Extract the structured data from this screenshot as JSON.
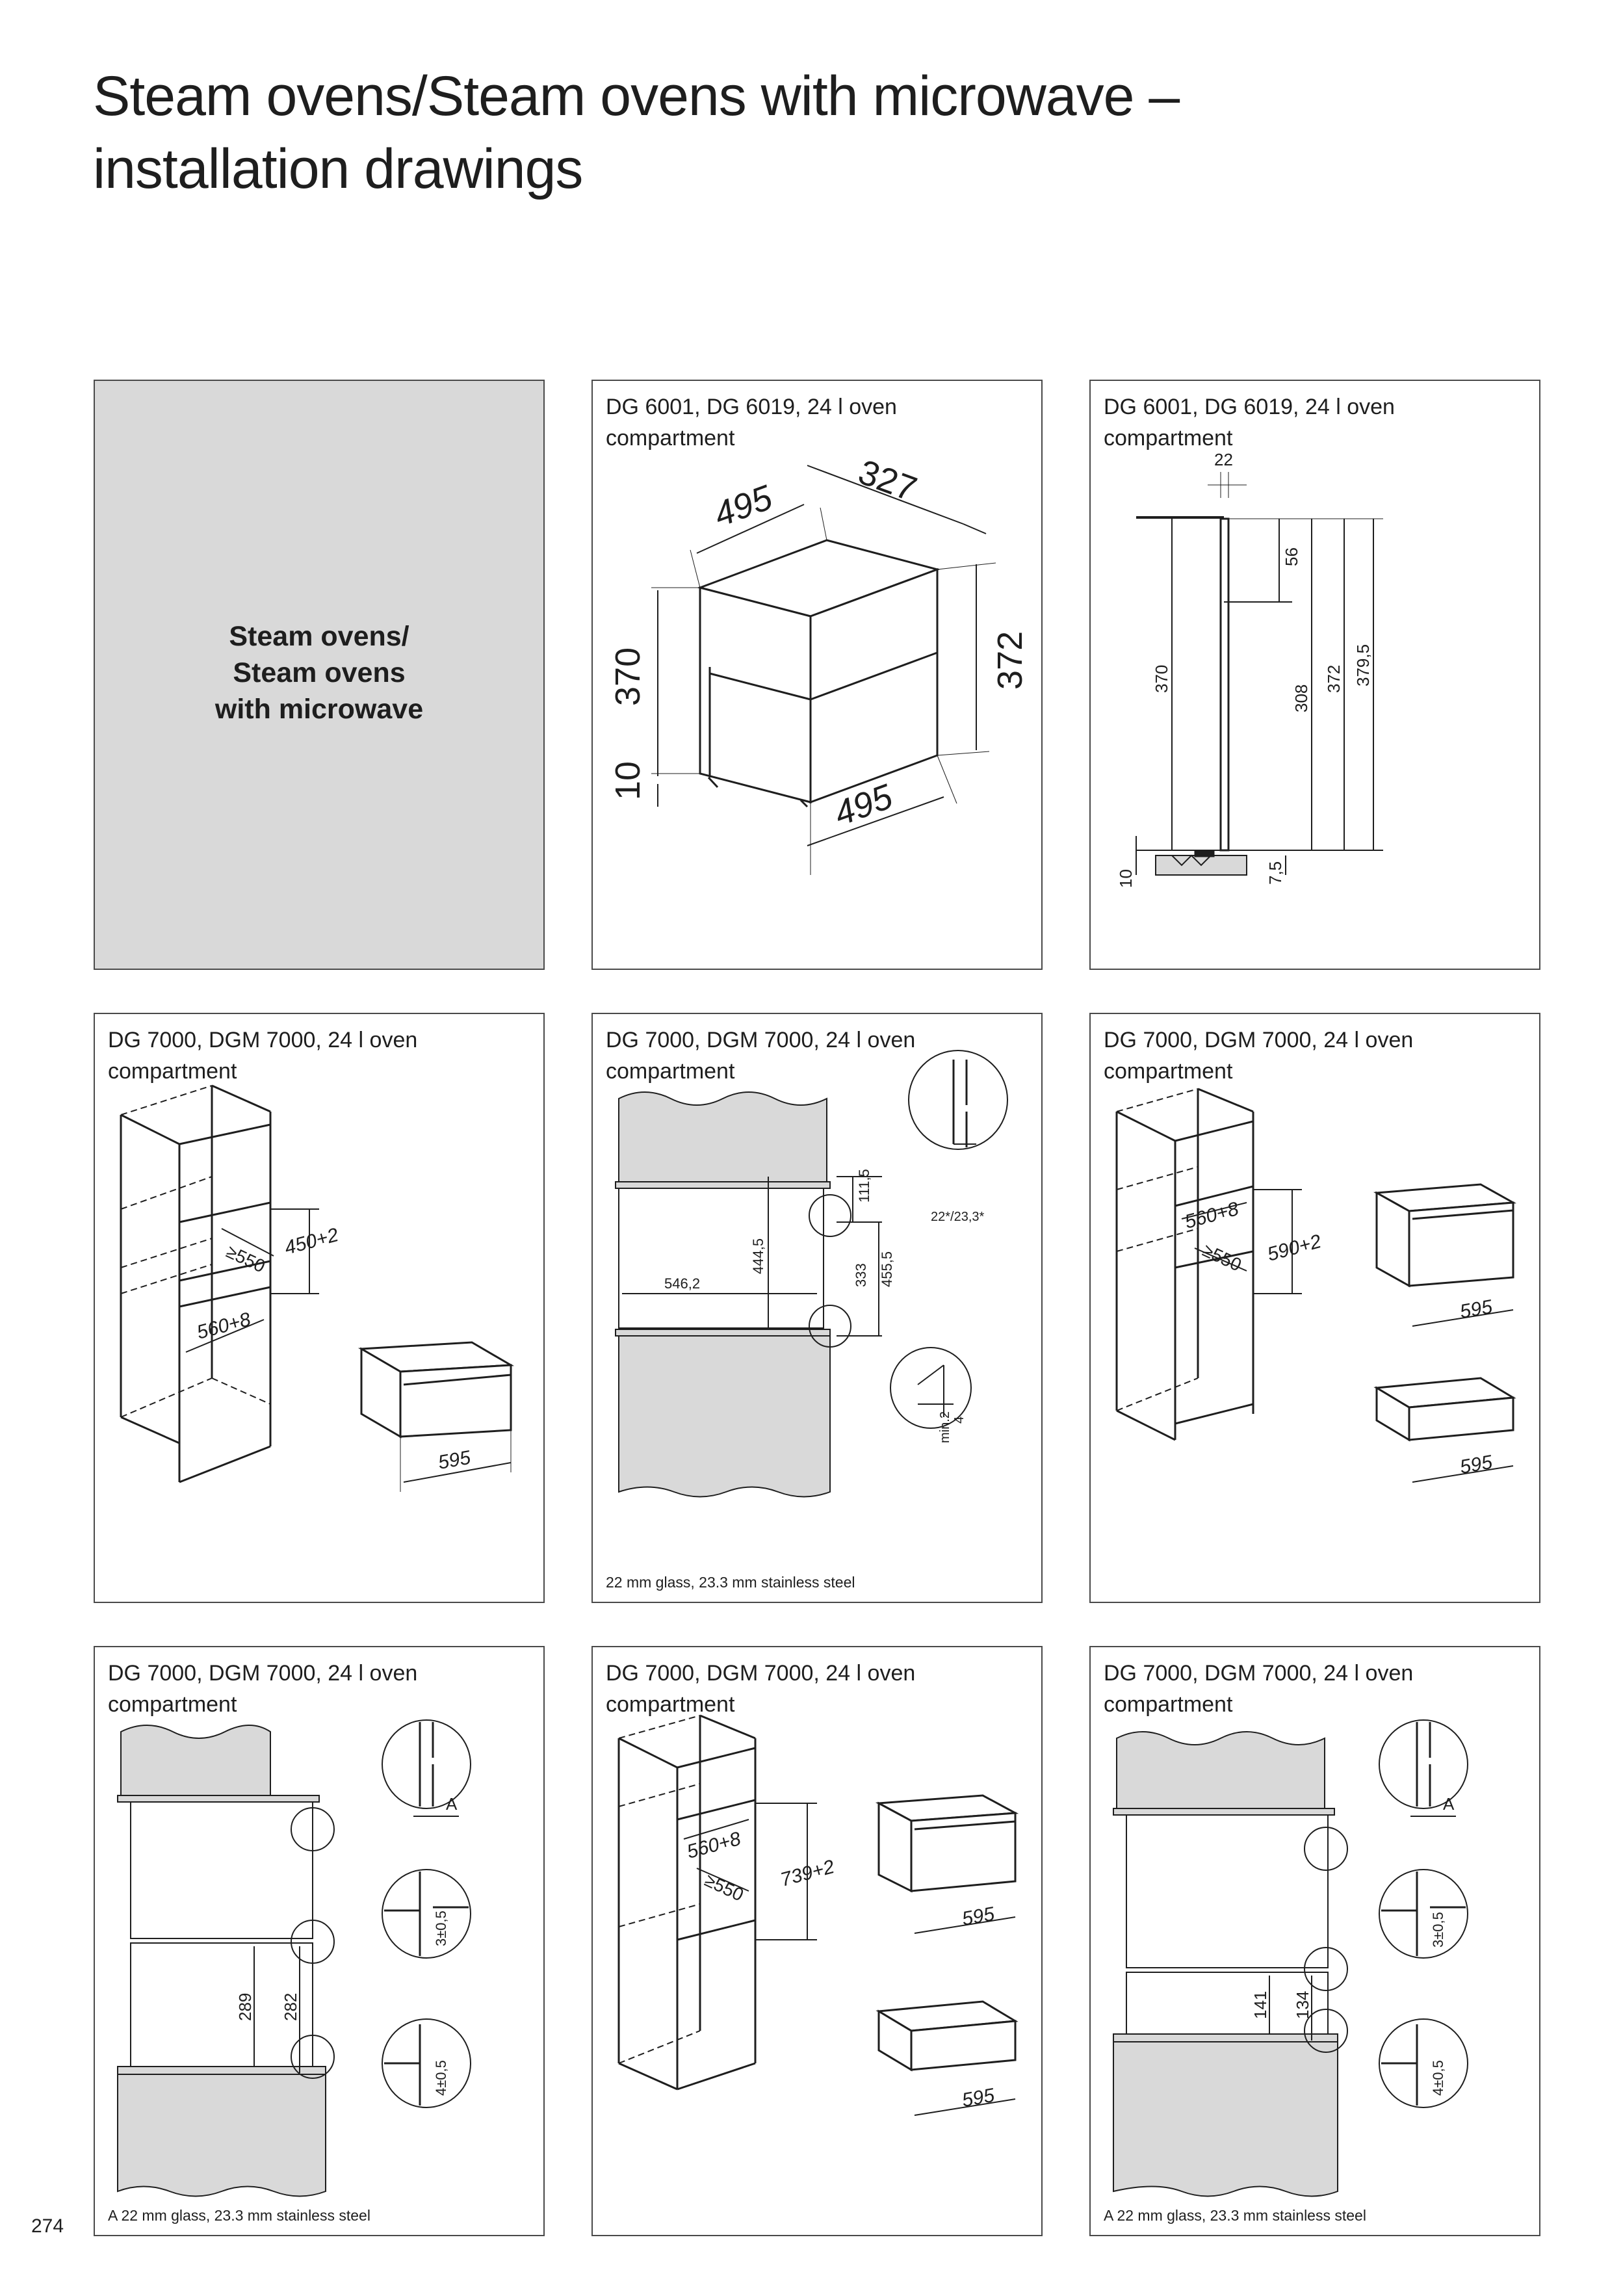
{
  "title_line1": "Steam ovens/Steam ovens with microwave –",
  "title_line2": "installation drawings",
  "intro": {
    "line1": "Steam ovens/",
    "line2": "Steam ovens",
    "line3": "with microwave"
  },
  "panels": {
    "p2": {
      "title1": "DG 6001, DG 6019, 24 l oven",
      "title2": "compartment",
      "dims": {
        "w_top": "495",
        "d_top": "327",
        "h": "370",
        "h_right": "372",
        "foot": "10",
        "w_bottom": "495"
      }
    },
    "p3": {
      "title1": "DG 6001, DG 6019, 24 l oven",
      "title2": "compartment",
      "dims": {
        "front": "22",
        "top": "56",
        "h370": "370",
        "h308": "308",
        "h372": "372",
        "h379": "379,5",
        "base": "10",
        "gap": "7,5"
      }
    },
    "p4": {
      "title1": "DG 7000, DGM 7000, 24 l oven",
      "title2": "compartment",
      "dims": {
        "height": "450+2",
        "depth": "≥550",
        "width": "560+8",
        "appliance_w": "595"
      }
    },
    "p5": {
      "title1": "DG 7000, DGM 7000, 24 l oven",
      "title2": "compartment",
      "note": "22 mm glass, 23.3 mm stainless steel",
      "dims": {
        "d1": "111,5",
        "d2": "444,5",
        "d3": "333",
        "d4": "455,5",
        "d5": "546,2",
        "d6": "22*/23,3*",
        "d7": "min.2",
        "d8": "4"
      }
    },
    "p6": {
      "title1": "DG 7000, DGM 7000, 24 l oven",
      "title2": "compartment",
      "dims": {
        "height": "590+2",
        "width": "560+8",
        "depth": "≥550",
        "appliance_w1": "595",
        "appliance_w2": "595"
      }
    },
    "p7": {
      "title1": "DG 7000, DGM 7000, 24 l oven",
      "title2": "compartment",
      "note": "A 22 mm glass, 23.3 mm stainless steel",
      "dims": {
        "a": "A",
        "h1": "289",
        "h2": "282",
        "t1": "3±0,5",
        "t2": "4±0,5"
      }
    },
    "p8": {
      "title1": "DG 7000, DGM 7000, 24 l oven",
      "title2": "compartment",
      "dims": {
        "width": "560+8",
        "height": "739+2",
        "depth": "≥550",
        "appliance_w1": "595",
        "appliance_w2": "595"
      }
    },
    "p9": {
      "title1": "DG 7000, DGM 7000, 24 l oven",
      "title2": "compartment",
      "note": "A 22 mm glass, 23.3 mm stainless steel",
      "dims": {
        "a": "A",
        "h1": "141",
        "h2": "134",
        "t1": "3±0,5",
        "t2": "4±0,5"
      }
    }
  },
  "page_number": "274"
}
